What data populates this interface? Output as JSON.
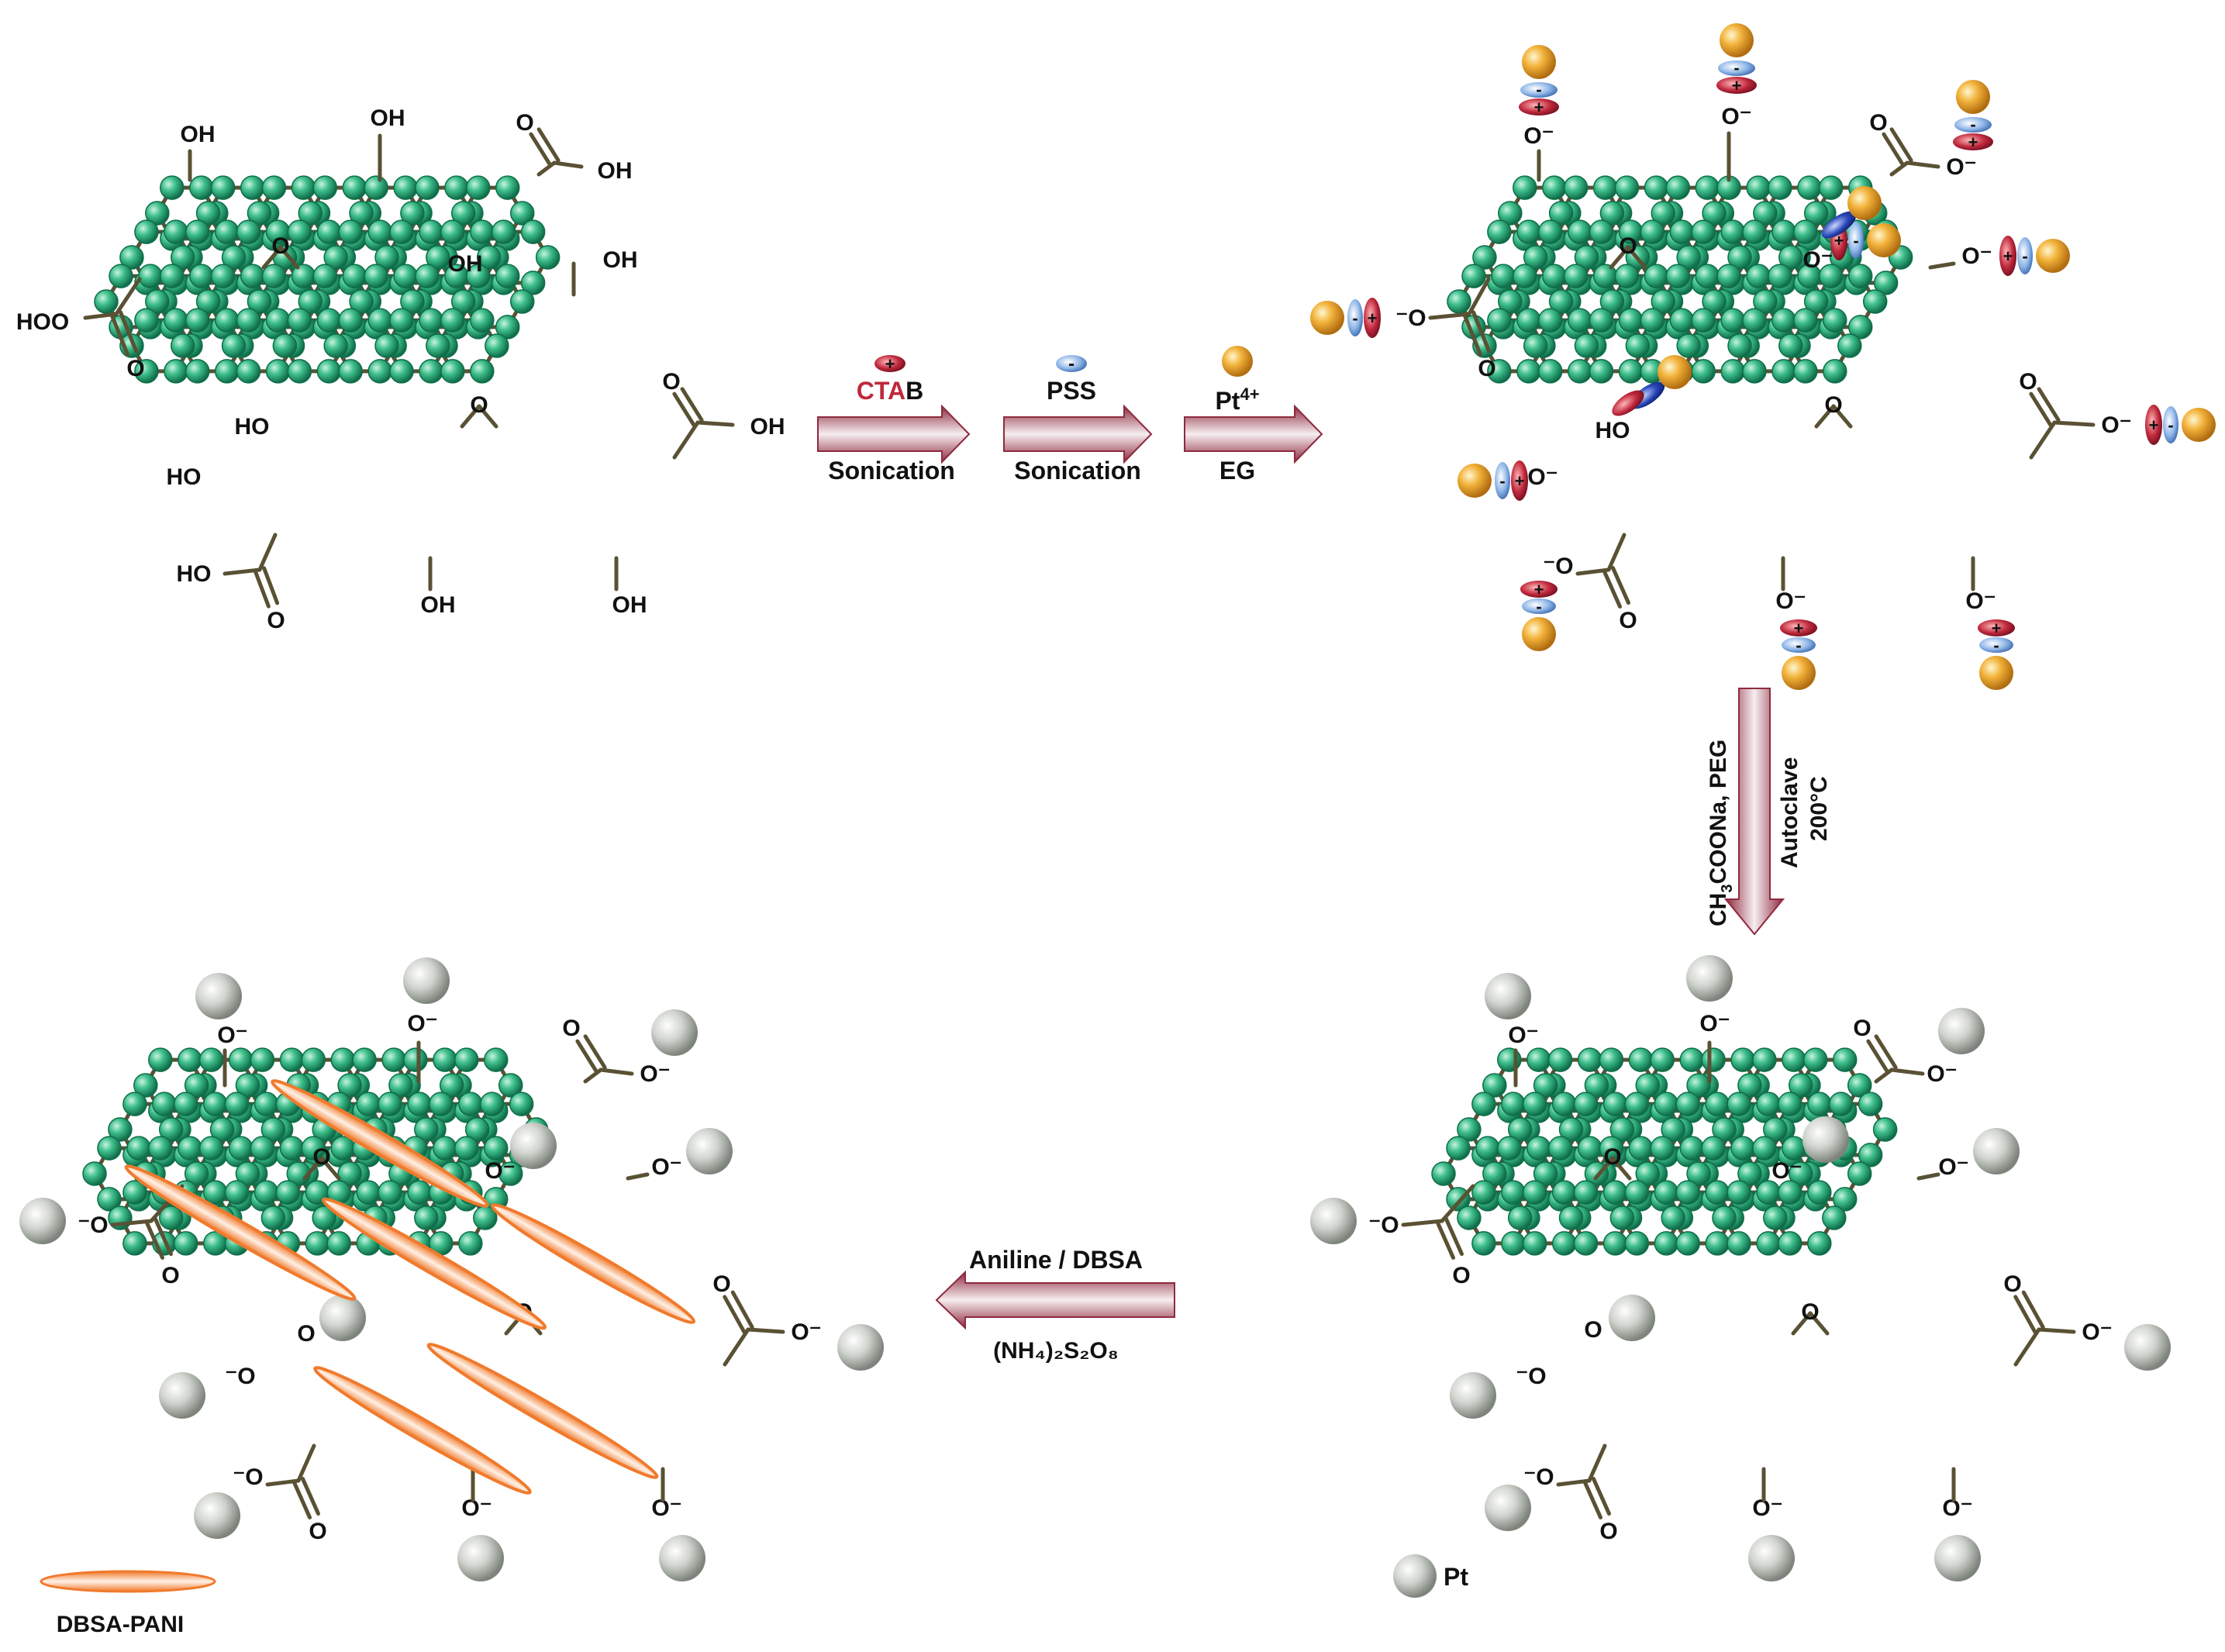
{
  "colors": {
    "atom_fill": "#3fbf8c",
    "atom_stroke": "#0f6e4a",
    "bond": "#5a5134",
    "arrow": "#8e2a3e",
    "pt_gold": "#f2b23a",
    "pt_grey": "#bfc3bd",
    "ctab_red": "#c0283c",
    "pss_blue": "#8fb6e8",
    "pani_orange": "#f39a5e"
  },
  "step1": {
    "reagent_cation": "CTA",
    "reagent_anion": "B",
    "reagent_charge": "+",
    "method": "Sonication"
  },
  "step2": {
    "reagent": "PSS",
    "reagent_charge": "-",
    "method": "Sonication"
  },
  "step3": {
    "reagent": "Pt",
    "reagent_charge": "4+",
    "method": "EG"
  },
  "step4": {
    "line1": "CH",
    "sub1": "3",
    "line1b": "COONa, PEG",
    "line2": "Autoclave",
    "line3": "200°C"
  },
  "step5": {
    "reagent_top": "Aniline / DBSA",
    "reagent_bottom": "(NH₄)₂S₂O₈"
  },
  "go_labels": {
    "oh": "OH",
    "ho": "HO",
    "o": "O",
    "o_minus": "O⁻",
    "minus_o": "⁻O"
  },
  "legend": {
    "pt": "Pt",
    "pani": "DBSA-PANI"
  }
}
